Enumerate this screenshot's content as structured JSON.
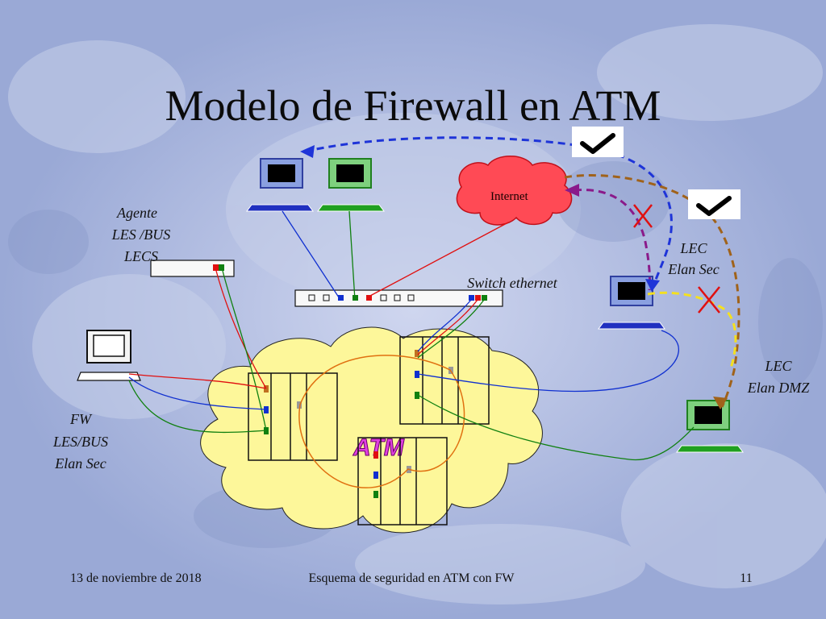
{
  "slide": {
    "title": "Modelo de Firewall en ATM",
    "background": "#a8b6dd",
    "cloud_color": "#fdf79a",
    "internet_color": "#ff4a55"
  },
  "labels": {
    "internet": "Internet",
    "agente": "Agente",
    "les_bus_agent": "LES /BUS",
    "lecs": "LECS",
    "switch": "Switch ethernet",
    "lec_sec_1": "LEC",
    "lec_sec_2": "Elan Sec",
    "lec_dmz_1": "LEC",
    "lec_dmz_2": "Elan DMZ",
    "fw_1": "FW",
    "fw_2": "LES/BUS",
    "fw_3": "Elan Sec",
    "atm": "ATM"
  },
  "footer": {
    "date": "13 de noviembre de 2018",
    "center": "Esquema de seguridad en ATM con FW",
    "page": "11"
  },
  "icons": [
    "checkmark-icon",
    "checkmark-icon",
    "cross-icon",
    "cross-icon",
    "pc-icon",
    "pc-icon",
    "pc-icon",
    "pc-icon",
    "workstation-icon"
  ]
}
